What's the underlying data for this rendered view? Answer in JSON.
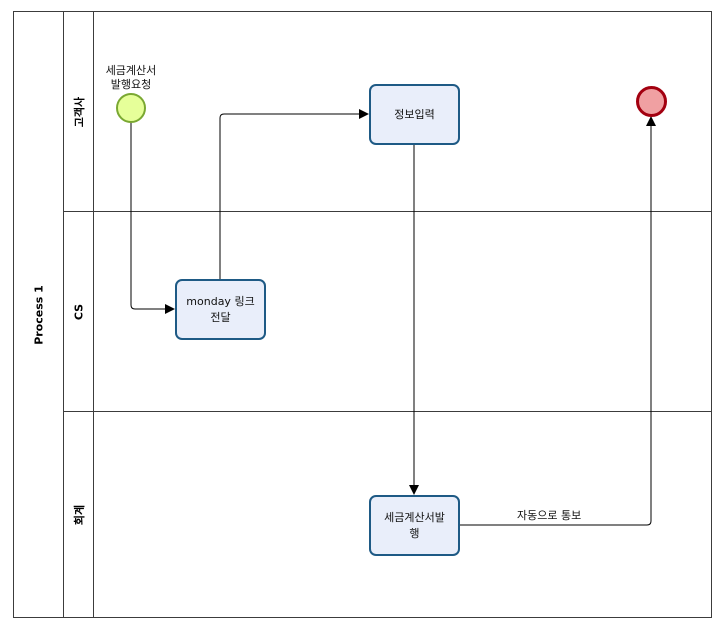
{
  "pool": {
    "label": "Process 1"
  },
  "lanes": [
    {
      "label": "고객사"
    },
    {
      "label": "CS"
    },
    {
      "label": "회계"
    }
  ],
  "start_event": {
    "label": "세금계산서\n발행요청"
  },
  "tasks": {
    "info_input": {
      "label": "정보입력"
    },
    "monday_link": {
      "label": "monday 링크\n전달"
    },
    "tax_invoice": {
      "label": "세금계산서발\n행"
    }
  },
  "flows": {
    "auto_notify": {
      "label": "자동으로 통보"
    }
  },
  "colors": {
    "task_fill": "#e9eefa",
    "task_border": "#1e5a85",
    "start_fill": "#e6ff99",
    "start_border": "#7aa832",
    "end_fill": "#f0a0a2",
    "end_border": "#a30010"
  }
}
